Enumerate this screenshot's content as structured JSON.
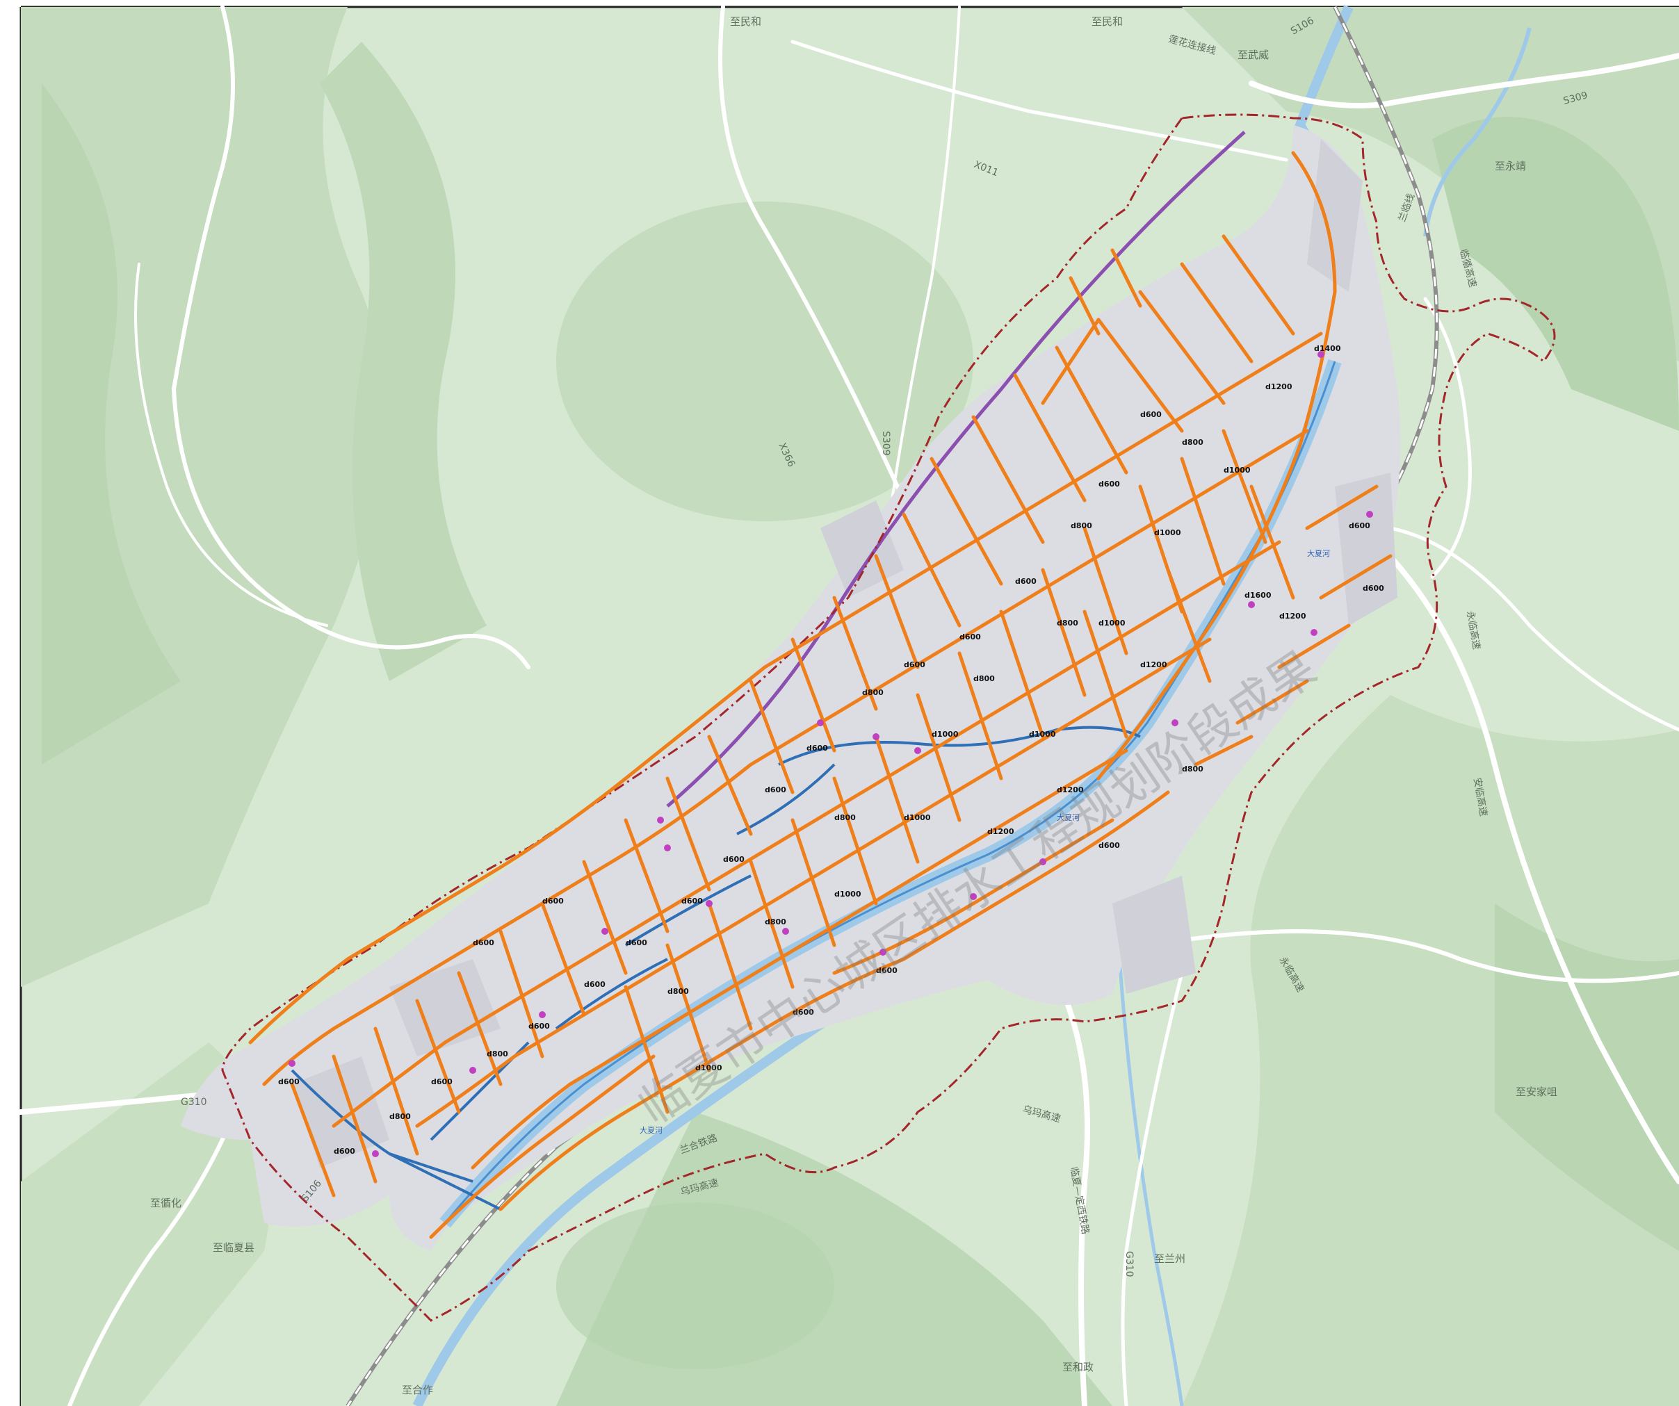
{
  "colors": {
    "background": "#d7e8d2",
    "hills_dark": "#b7d4b0",
    "hills_mid": "#c6ddbf",
    "urban": "#dcdde3",
    "urban_block": "#cfd0d8",
    "pipe_main": "#ef7f1a",
    "canal": "#2f6fb5",
    "river": "#9fc9e8",
    "boundary": "#a3262a",
    "highway_purple": "#8b4fb0",
    "road": "#ffffff",
    "railway": "#8c8c8c"
  },
  "place_labels": [
    {
      "id": "zhi-minhe-1",
      "text": "至民和"
    },
    {
      "id": "zhi-minhe-2",
      "text": "至民和"
    },
    {
      "id": "zhi-wuwei",
      "text": "至武威"
    },
    {
      "id": "zhi-yongjing",
      "text": "至永靖"
    },
    {
      "id": "zhi-xunhua",
      "text": "至循化"
    },
    {
      "id": "zhi-linxia-xian",
      "text": "至临夏县"
    },
    {
      "id": "zhi-hezuo",
      "text": "至合作"
    },
    {
      "id": "zhi-hezheng",
      "text": "至和政"
    },
    {
      "id": "zhi-lanzhou",
      "text": "至兰州"
    },
    {
      "id": "zhi-anjiazui",
      "text": "至安家咀"
    }
  ],
  "road_labels": [
    {
      "id": "lianhuo",
      "text": "莲花连接线"
    },
    {
      "id": "s106-n",
      "text": "S106"
    },
    {
      "id": "s309",
      "text": "S309"
    },
    {
      "id": "x011",
      "text": "X011"
    },
    {
      "id": "x366",
      "text": "X366"
    },
    {
      "id": "s309-w",
      "text": "S309"
    },
    {
      "id": "g310-w",
      "text": "G310"
    },
    {
      "id": "s106-sw",
      "text": "S106"
    },
    {
      "id": "g310-s",
      "text": "G310"
    },
    {
      "id": "wuma-1",
      "text": "乌玛高速"
    },
    {
      "id": "wuma-2",
      "text": "乌玛高速"
    },
    {
      "id": "linxia-dingxi",
      "text": "临夏—定西铁路"
    },
    {
      "id": "yonglin-1",
      "text": "永临高速"
    },
    {
      "id": "yonglin-2",
      "text": "永临高速"
    },
    {
      "id": "anlin",
      "text": "安临高速"
    },
    {
      "id": "lanhe-rail",
      "text": "兰合铁路"
    },
    {
      "id": "lanzhou-line",
      "text": "兰临线"
    },
    {
      "id": "xunhua-gaosu",
      "text": "临循高速"
    }
  ],
  "river_labels": [
    {
      "id": "daxia-1",
      "text": "大夏河"
    },
    {
      "id": "daxia-2",
      "text": "大夏河"
    },
    {
      "id": "daxia-3",
      "text": "大夏河"
    }
  ],
  "pipe_labels": [
    "d600",
    "d800",
    "d1000",
    "d1200",
    "d1400",
    "d1600"
  ],
  "watermark": "临夏市中心城区排水工程规划阶段成果"
}
